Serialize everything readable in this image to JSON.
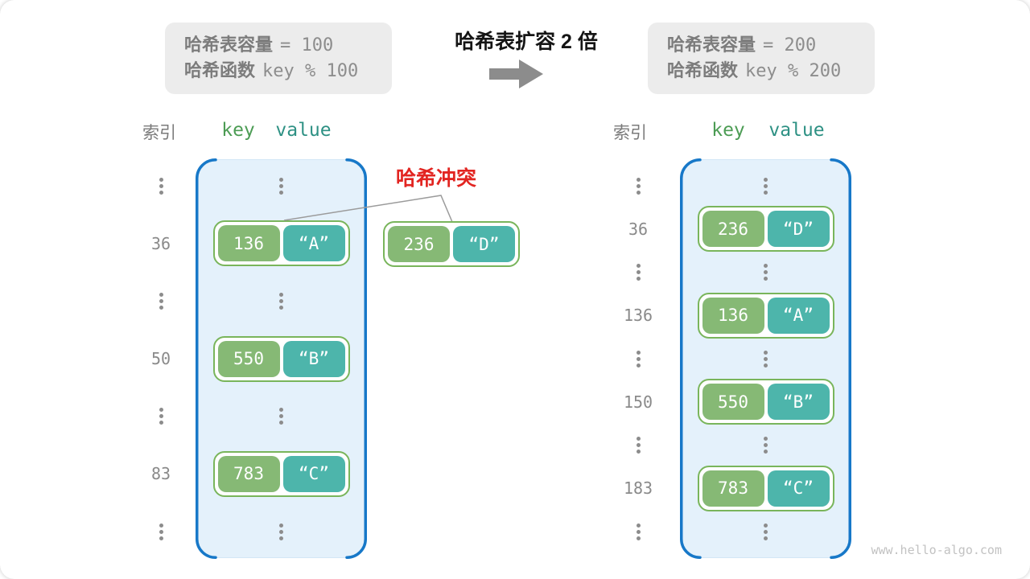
{
  "info_left": {
    "line1_label": "哈希表容量",
    "line1_value": "= 100",
    "line2_label": "哈希函数",
    "line2_value": "key % 100"
  },
  "info_right": {
    "line1_label": "哈希表容量",
    "line1_value": "= 200",
    "line2_label": "哈希函数",
    "line2_value": "key % 200"
  },
  "transition": {
    "title": "哈希表扩容 2 倍",
    "arrow_icon": "right-block-arrow"
  },
  "collision": {
    "label": "哈希冲突",
    "pair": {
      "key": "236",
      "value": "“D”"
    }
  },
  "left_table": {
    "index_header": "索引",
    "key_header": "key",
    "value_header": "value",
    "rows": [
      {
        "type": "dots"
      },
      {
        "type": "pair",
        "index": "36",
        "key": "136",
        "value": "“A”"
      },
      {
        "type": "dots"
      },
      {
        "type": "pair",
        "index": "50",
        "key": "550",
        "value": "“B”"
      },
      {
        "type": "dots"
      },
      {
        "type": "pair",
        "index": "83",
        "key": "783",
        "value": "“C”"
      },
      {
        "type": "dots"
      }
    ]
  },
  "right_table": {
    "index_header": "索引",
    "key_header": "key",
    "value_header": "value",
    "rows": [
      {
        "type": "dots"
      },
      {
        "type": "pair",
        "index": "36",
        "key": "236",
        "value": "“D”"
      },
      {
        "type": "dots"
      },
      {
        "type": "pair",
        "index": "136",
        "key": "136",
        "value": "“A”"
      },
      {
        "type": "dots"
      },
      {
        "type": "pair",
        "index": "150",
        "key": "550",
        "value": "“B”"
      },
      {
        "type": "dots"
      },
      {
        "type": "pair",
        "index": "183",
        "key": "783",
        "value": "“C”"
      },
      {
        "type": "dots"
      }
    ]
  },
  "watermark": "www.hello-algo.com",
  "colors": {
    "key_pill": "#86B975",
    "value_pill": "#4DB5AB",
    "pair_border": "#79B55B",
    "bucket_fill": "#E4F1FB",
    "bucket_border": "#1778C8",
    "collision_red": "#E22521",
    "header_key": "#4C9C54",
    "header_value": "#2E9184",
    "info_box_bg": "#ECECEC",
    "gray_text": "#8A8A8A",
    "arrow_gray": "#8C8C8C"
  }
}
